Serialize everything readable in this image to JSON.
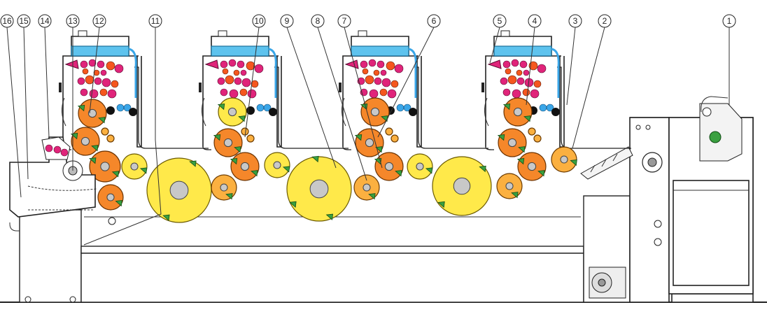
{
  "callouts": [
    {
      "id": "c1",
      "label": "1"
    },
    {
      "id": "c2",
      "label": "2"
    },
    {
      "id": "c3",
      "label": "3"
    },
    {
      "id": "c4",
      "label": "4"
    },
    {
      "id": "c5",
      "label": "5"
    },
    {
      "id": "c6",
      "label": "6"
    },
    {
      "id": "c7",
      "label": "7"
    },
    {
      "id": "c8",
      "label": "8"
    },
    {
      "id": "c9",
      "label": "9"
    },
    {
      "id": "c10",
      "label": "10"
    },
    {
      "id": "c11",
      "label": "11"
    },
    {
      "id": "c12",
      "label": "12"
    },
    {
      "id": "c13",
      "label": "13"
    },
    {
      "id": "c14",
      "label": "14"
    },
    {
      "id": "c15",
      "label": "15"
    },
    {
      "id": "c16",
      "label": "16"
    }
  ],
  "colors": {
    "cylinder_yellow": "#ffe94a",
    "cylinder_orange": "#f5872a",
    "ink_tank_blue": "#5ec3ee",
    "ink_roller_magenta": "#e0247a",
    "gripper_green": "#3aa040"
  }
}
